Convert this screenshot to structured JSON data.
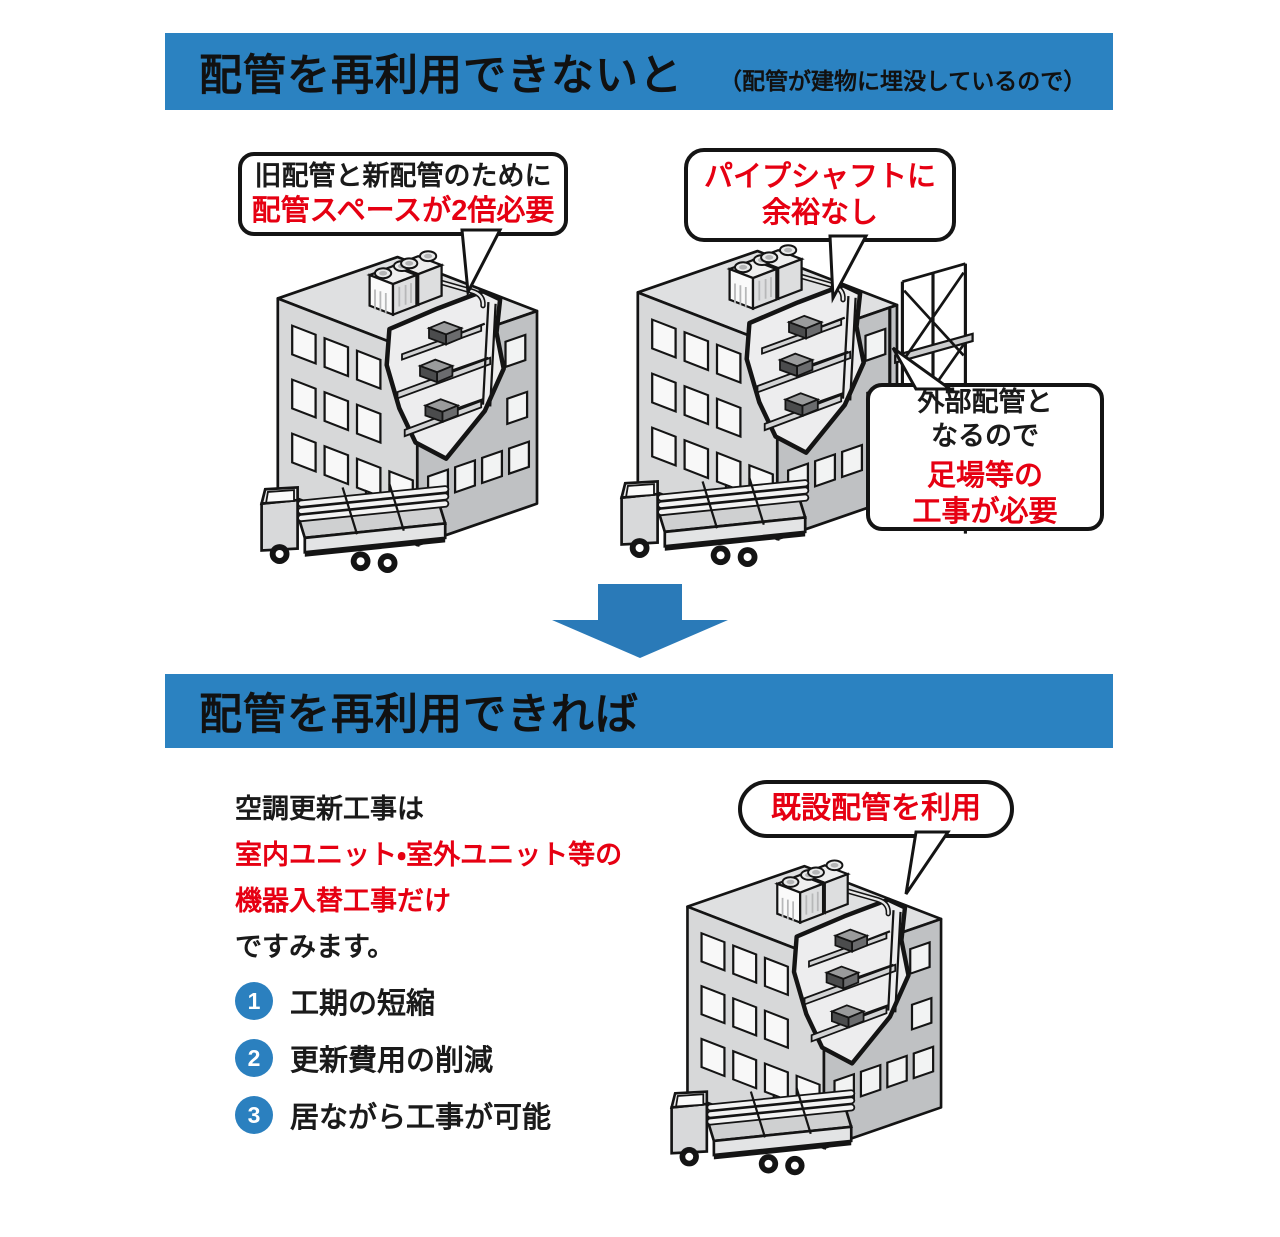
{
  "colors": {
    "header_blue": "#2b82c1",
    "arrow_blue": "#2a7ab8",
    "badge_blue": "#2b80bf",
    "accent_red": "#e60012",
    "text_black": "#1a1a1a"
  },
  "section_problem": {
    "title": "配管を再利用できないと",
    "subtitle": "（配管が建物に埋没しているので）",
    "callout_pipe_space": {
      "line1": "旧配管と新配管のために",
      "line2_prefix": "配管スペースが",
      "line2_emphasis": "2倍必要"
    },
    "callout_pipe_shaft": {
      "line1": "パイプシャフトに",
      "line2": "余裕なし"
    },
    "callout_scaffold": {
      "line1": "外部配管と",
      "line2": "なるので",
      "line3": "足場等の",
      "line4": "工事が必要"
    }
  },
  "section_solution": {
    "title": "配管を再利用できれば",
    "paragraph": {
      "line1": "空調更新工事は",
      "line2": "室内ユニット・室外ユニット等の",
      "line3": "機器入替工事だけ",
      "line4": "ですみます。"
    },
    "benefits": [
      {
        "number": "1",
        "label": "工期の短縮"
      },
      {
        "number": "2",
        "label": "更新費用の削減"
      },
      {
        "number": "3",
        "label": "居ながら工事が可能"
      }
    ],
    "callout_existing_pipes": {
      "text": "既設配管を利用"
    }
  },
  "illustrations": {
    "building_left": "building-cutaway-with-truck",
    "building_right": "building-cutaway-with-scaffolding-and-truck",
    "building_bottom": "building-cutaway-with-truck"
  }
}
